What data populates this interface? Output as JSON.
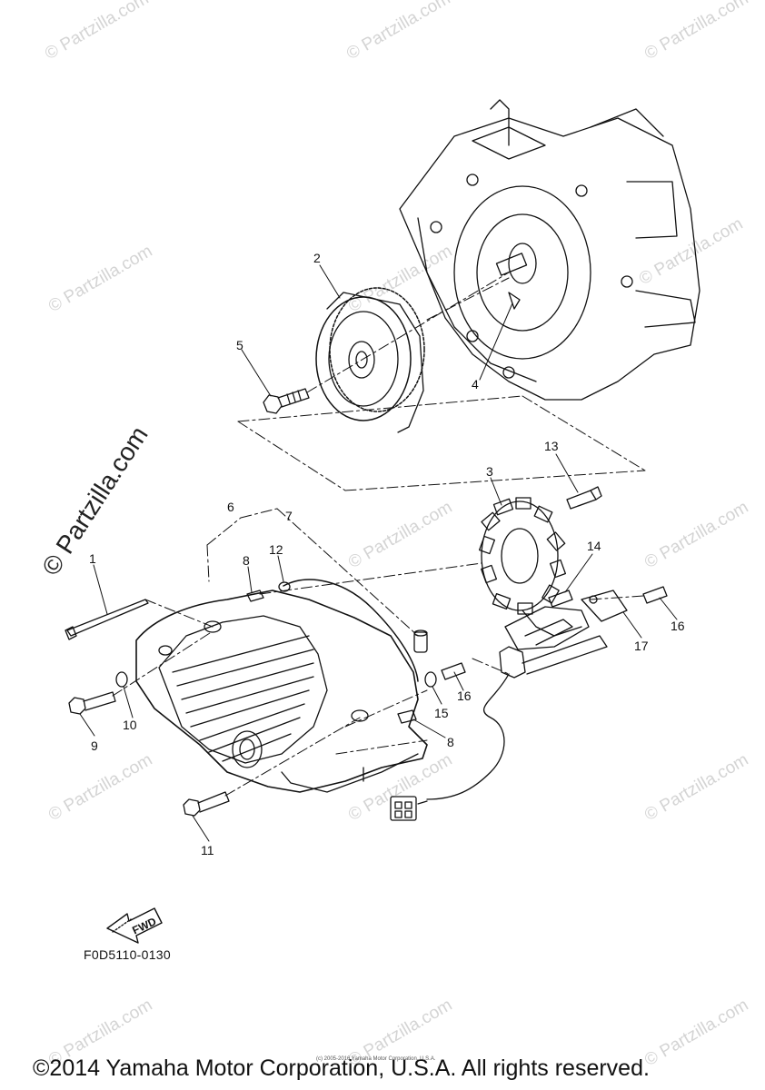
{
  "watermark": {
    "text": "© Partzilla.com",
    "featured_text": "© Partzilla.com"
  },
  "part_labels": {
    "p1": "1",
    "p2": "2",
    "p3": "3",
    "p4": "4",
    "p5": "5",
    "p6": "6",
    "p7": "7",
    "p8a": "8",
    "p8b": "8",
    "p9": "9",
    "p10": "10",
    "p11": "11",
    "p12": "12",
    "p13": "13",
    "p14": "14",
    "p15": "15",
    "p16a": "16",
    "p16b": "16",
    "p17": "17"
  },
  "direction_arrow": {
    "label": "FWD"
  },
  "diagram_code": "F0D5110-0130",
  "footer": {
    "copyright": "©2014 Yamaha Motor Corporation, U.S.A. All rights reserved.",
    "fine_print": "(c) 2005-2016 Yamaha Motor Corporation, U.S.A."
  }
}
